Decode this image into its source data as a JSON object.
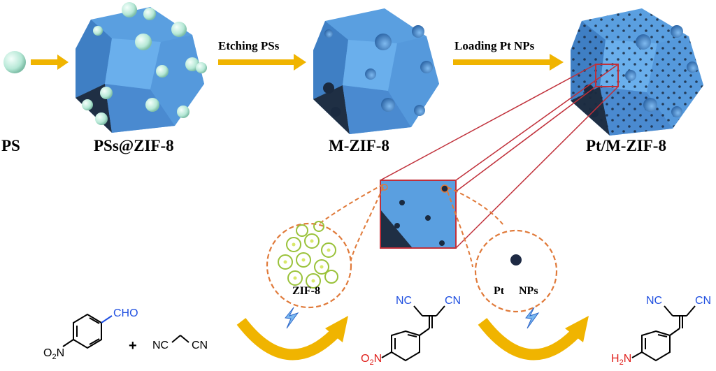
{
  "labels": {
    "ps": "PS",
    "ps_zif8": "PSs@ZIF-8",
    "m_zif8": "M-ZIF-8",
    "pt_m_zif8": "Pt/M-ZIF-8",
    "zif8_bubble": "ZIF-8",
    "pt_nps_bubble_1": "Pt",
    "pt_nps_bubble_2": "NPs"
  },
  "arrows": {
    "etching": "Etching PSs",
    "loading": "Loading Pt NPs"
  },
  "chemistry": {
    "aldehyde_group": "CHO",
    "nitro_left": "O",
    "nitro_left_sub": "2",
    "nitro_left_N": "N",
    "plus": "+",
    "malononitrile_left": "NC",
    "malononitrile_right": "CN",
    "product1_nc": "NC",
    "product1_cn": "CN",
    "product1_nitro_O": "O",
    "product1_nitro_sub": "2",
    "product1_nitro_N": "N",
    "product2_nc": "NC",
    "product2_cn": "CN",
    "amine_H": "H",
    "amine_sub": "2",
    "amine_N": "N"
  },
  "colors": {
    "zif_blue": "#5a9fe0",
    "zif_dark": "#2d5f9a",
    "ps_sphere": "#bfeedd",
    "arrow_gold": "#f0b400",
    "zoom_red": "#c0303a",
    "bubble_orange": "#e07a3a",
    "chem_blue": "#1f4fe0",
    "chem_red": "#e0201c"
  }
}
